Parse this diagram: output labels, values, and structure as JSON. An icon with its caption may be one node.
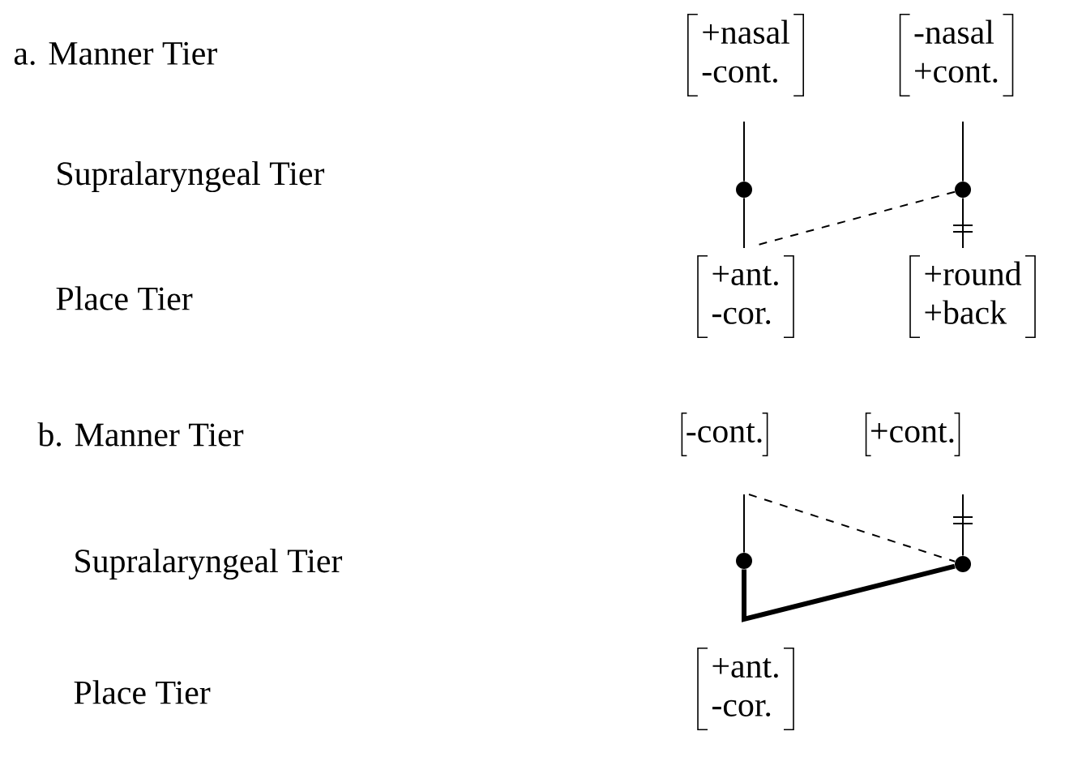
{
  "diagram": {
    "nodes": [
      {
        "text": [
          "+nasal",
          "-cont."
        ]
      },
      {
        "text": [
          "-nasal",
          "+cont."
        ]
      },
      {
        "text": [],
        "shape": "circle"
      },
      {
        "text": [],
        "shape": "circle"
      },
      {
        "text": [
          "+ant.",
          "-cor."
        ]
      },
      {
        "text": [
          "+round",
          "+back"
        ]
      },
      {
        "text": [
          "-cont."
        ]
      },
      {
        "text": [
          "+cont."
        ]
      },
      {
        "text": [],
        "shape": "circle"
      },
      {
        "text": [],
        "shape": "circle"
      },
      {
        "text": [
          "+ant.",
          "-cor."
        ]
      }
    ],
    "edges": [
      {
        "from": 0,
        "to": 2,
        "arrow": "none"
      },
      {
        "from": 2,
        "to": 4,
        "arrow": "none"
      },
      {
        "from": 1,
        "to": 3,
        "arrow": "none"
      },
      {
        "from": 3,
        "to": 5,
        "arrow": "none"
      },
      {
        "from": 3,
        "to": 4,
        "arrow": "none",
        "style": "dashed"
      },
      {
        "from": 6,
        "to": 8,
        "arrow": "none"
      },
      {
        "from": 7,
        "to": 9,
        "arrow": "none"
      },
      {
        "from": 6,
        "to": 9,
        "arrow": "none",
        "style": "dashed"
      },
      {
        "from": 8,
        "to": 9,
        "arrow": "none",
        "style": "thick"
      }
    ],
    "labels": [
      "a. Manner Tier",
      "Supralaryngeal Tier",
      "Place Tier",
      "b. Manner Tier",
      "Supralaryngeal Tier",
      "Place Tier"
    ]
  }
}
